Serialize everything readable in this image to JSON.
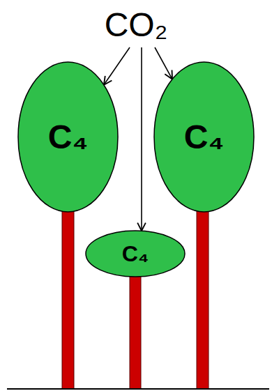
{
  "diagram": {
    "nodes": [
      {
        "text": [
          "CO₂"
        ]
      },
      {
        "text": [
          "C₄"
        ]
      },
      {
        "text": [
          "C₄"
        ]
      },
      {
        "text": [
          "C₄"
        ]
      }
    ],
    "edges": [
      {
        "from": 0,
        "to": 1,
        "arrow": "to"
      },
      {
        "from": 0,
        "to": 3,
        "arrow": "to"
      },
      {
        "from": 0,
        "to": 2,
        "arrow": "to"
      }
    ]
  }
}
